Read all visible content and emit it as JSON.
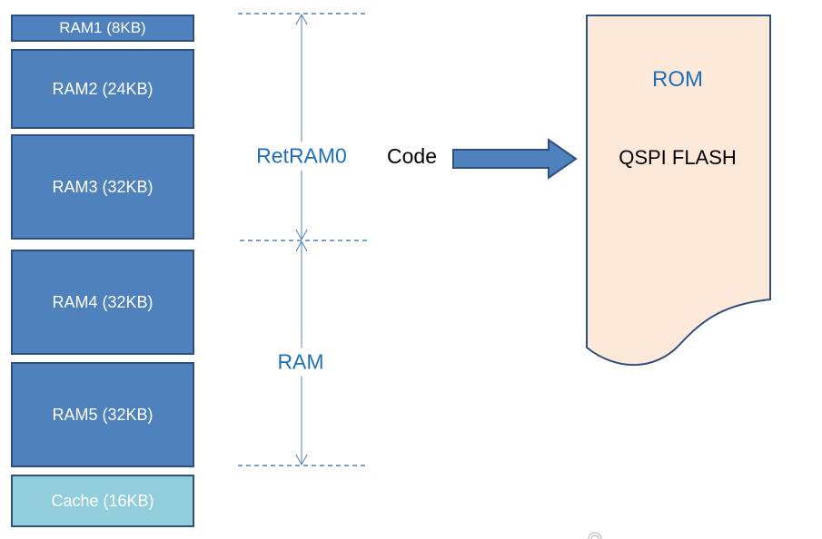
{
  "memory_blocks": {
    "ram1": "RAM1 (8KB)",
    "ram2": "RAM2 (24KB)",
    "ram3": "RAM3 (32KB)",
    "ram4": "RAM4 (32KB)",
    "ram5": "RAM5 (32KB)",
    "cache": "Cache (16KB)"
  },
  "regions": {
    "retram0": "RetRAM0",
    "ram": "RAM"
  },
  "code_label": "Code",
  "rom": {
    "title": "ROM",
    "subtitle": "QSPI FLASH"
  },
  "colors": {
    "ram_fill": "#4f81bd",
    "cache_fill": "#92cddc",
    "rom_fill": "#fde9d9",
    "region_text": "#1f6fb8"
  }
}
